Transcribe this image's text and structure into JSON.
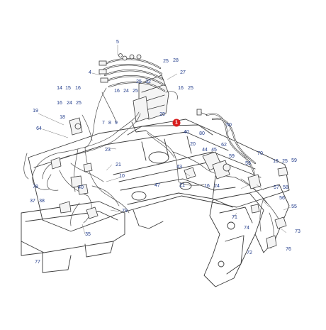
{
  "callout": {
    "label": "1",
    "color": "#d81e1e"
  },
  "label_color": "#1f3a8a",
  "labels": [
    "5",
    "25",
    "28",
    "4",
    "27",
    "14",
    "15",
    "16",
    "25",
    "32",
    "16",
    "24",
    "25",
    "16",
    "25",
    "16",
    "24",
    "25",
    "19",
    "18",
    "29",
    "7",
    "8",
    "9",
    "64",
    "40",
    "50",
    "80",
    "20",
    "23",
    "44",
    "45",
    "62",
    "70",
    "59",
    "21",
    "43",
    "53",
    "16",
    "25",
    "59",
    "10",
    "47",
    "21",
    "16",
    "24",
    "57",
    "58",
    "78",
    "40",
    "56",
    "37",
    "38",
    "79",
    "55",
    "71",
    "74",
    "35",
    "73",
    "72",
    "76",
    "77"
  ]
}
